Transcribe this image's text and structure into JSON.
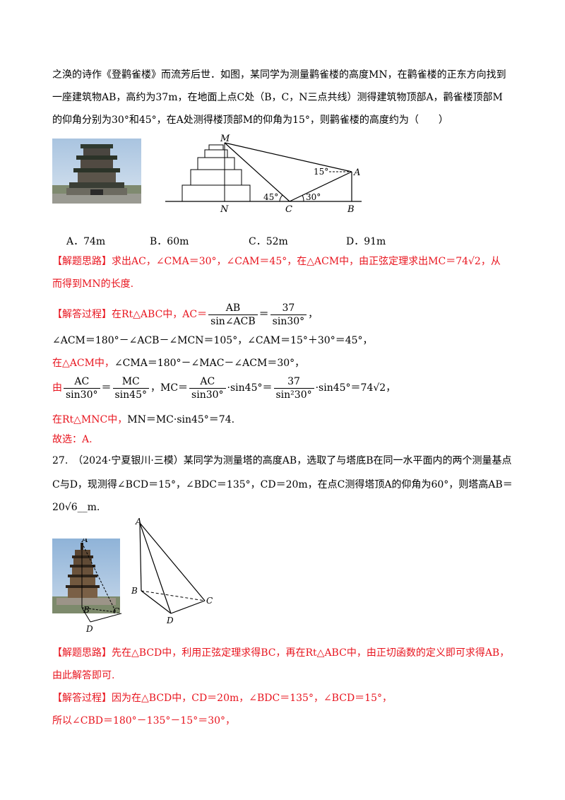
{
  "problem26": {
    "line1": "之涣的诗作《登鹳雀楼》而流芳后世．如图，某同学为测量鹳雀楼的高度MN，在鹳雀楼的正东方向找到",
    "line2": "一座建筑物AB，高约为37m，在地面上点C处（B，C，N三点共线）测得建筑物顶部A，鹳雀楼顶部M",
    "line3": "的仰角分别为30°和45°，在A处测得楼顶部M的仰角为15°，则鹳雀楼的高度约为（　　）",
    "figure": {
      "M": "M",
      "A": "A",
      "N": "N",
      "C": "C",
      "B": "B",
      "angle15": "15°",
      "angle45": "45°",
      "angle30": "30°"
    },
    "options": [
      "A．74m",
      "B．60m",
      "C．52m",
      "D．91m"
    ],
    "idea_label": "【解题思路】",
    "idea_line1": "求出AC，∠CMA＝30°，∠CAM＝45°，在△ACM中，由正弦定理求出MC＝74√2，从",
    "idea_line2": "而得到MN的长度.",
    "process_label": "【解答过程】",
    "step1_prefix": "在Rt△ABC中，AC＝",
    "step1_f1_num": "AB",
    "step1_f1_den": "sin∠ACB",
    "step1_eq": "＝",
    "step1_f2_num": "37",
    "step1_f2_den": "sin30°",
    "step1_suffix": "，",
    "step2": "∠ACM＝180°－∠ACB－∠MCN＝105°，∠CAM＝15°＋30°＝45°，",
    "step3_red": "在△ACM中，",
    "step3_black": "∠CMA＝180°－∠MAC－∠ACM＝30°，",
    "step4_red": "由",
    "step4_f1_num": "AC",
    "step4_f1_den": "sin30°",
    "step4_eq1": "＝",
    "step4_f2_num": "MC",
    "step4_f2_den": "sin45°",
    "step4_mid": "，MC＝",
    "step4_f3_num": "AC",
    "step4_f3_den": "sin30°",
    "step4_mid2": "·sin45°＝",
    "step4_f4_num": "37",
    "step4_f4_den": "sin²30°",
    "step4_end": "·sin45°＝74√2，",
    "step5_red": "在Rt△MNC中，",
    "step5_black": "MN＝MC·sin45°＝74.",
    "answer": "故选：A."
  },
  "problem27": {
    "line1": "27.　（2024·宁夏银川·三模）某同学为测量塔的高度AB，选取了与塔底B在同一水平面内的两个测量基点",
    "line2": "C与D，现测得∠BCD＝15°，∠BDC＝135°，CD＝20m，在点C测得塔顶A的仰角为60°，则塔高AB＝",
    "line3": "20√6__m.",
    "figure": {
      "A": "A",
      "B": "B",
      "C": "C",
      "D": "D"
    },
    "photo_labels": {
      "A": "A",
      "B": "B",
      "C": "C",
      "D": "D"
    },
    "idea_label": "【解题思路】",
    "idea_line1": "先在△BCD中，利用正弦定理求得BC，再在Rt△ABC中，由正切函数的定义即可求得AB，",
    "idea_line2": "由此解答即可.",
    "process_label": "【解答过程】",
    "step1": "因为在△BCD中，CD＝20m，∠BDC＝135°，∠BCD＝15°，",
    "step2": "所以∠CBD＝180°－135°－15°＝30°，"
  }
}
